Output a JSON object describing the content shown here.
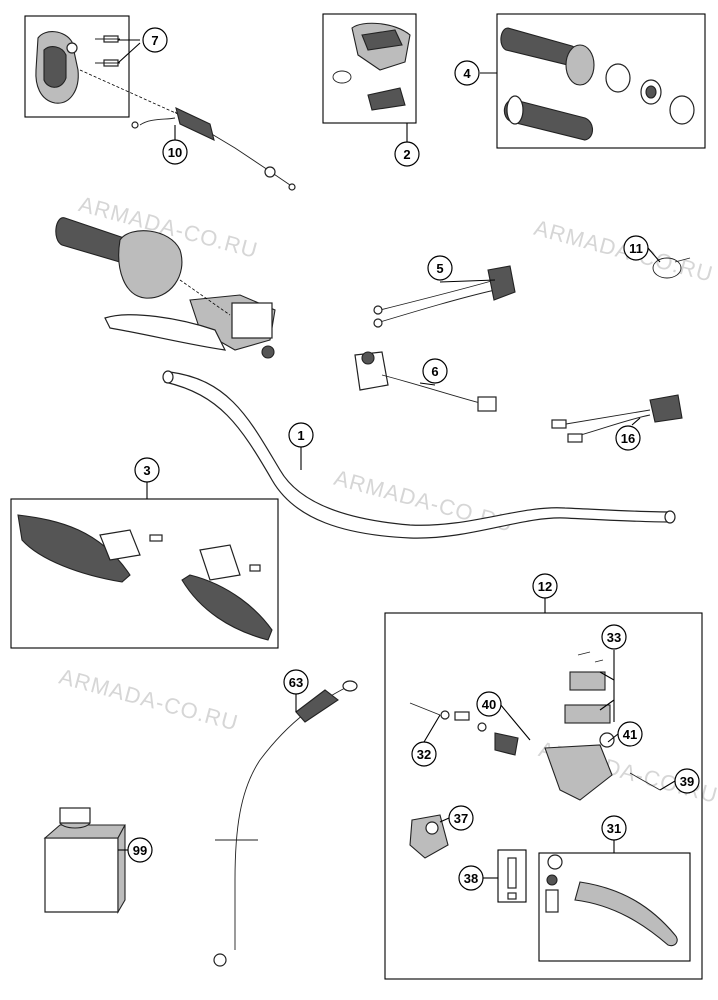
{
  "watermark": "ARMADA-CO.RU",
  "callouts": [
    {
      "id": "c7",
      "label": "7"
    },
    {
      "id": "c10",
      "label": "10"
    },
    {
      "id": "c2",
      "label": "2"
    },
    {
      "id": "c4",
      "label": "4"
    },
    {
      "id": "c5",
      "label": "5"
    },
    {
      "id": "c11",
      "label": "11"
    },
    {
      "id": "c6",
      "label": "6"
    },
    {
      "id": "c1",
      "label": "1"
    },
    {
      "id": "c16",
      "label": "16"
    },
    {
      "id": "c3",
      "label": "3"
    },
    {
      "id": "c12",
      "label": "12"
    },
    {
      "id": "c33",
      "label": "33"
    },
    {
      "id": "c63",
      "label": "63"
    },
    {
      "id": "c40",
      "label": "40"
    },
    {
      "id": "c41",
      "label": "41"
    },
    {
      "id": "c32",
      "label": "32"
    },
    {
      "id": "c39",
      "label": "39"
    },
    {
      "id": "c37",
      "label": "37"
    },
    {
      "id": "c31",
      "label": "31"
    },
    {
      "id": "c99",
      "label": "99"
    },
    {
      "id": "c38",
      "label": "38"
    }
  ]
}
